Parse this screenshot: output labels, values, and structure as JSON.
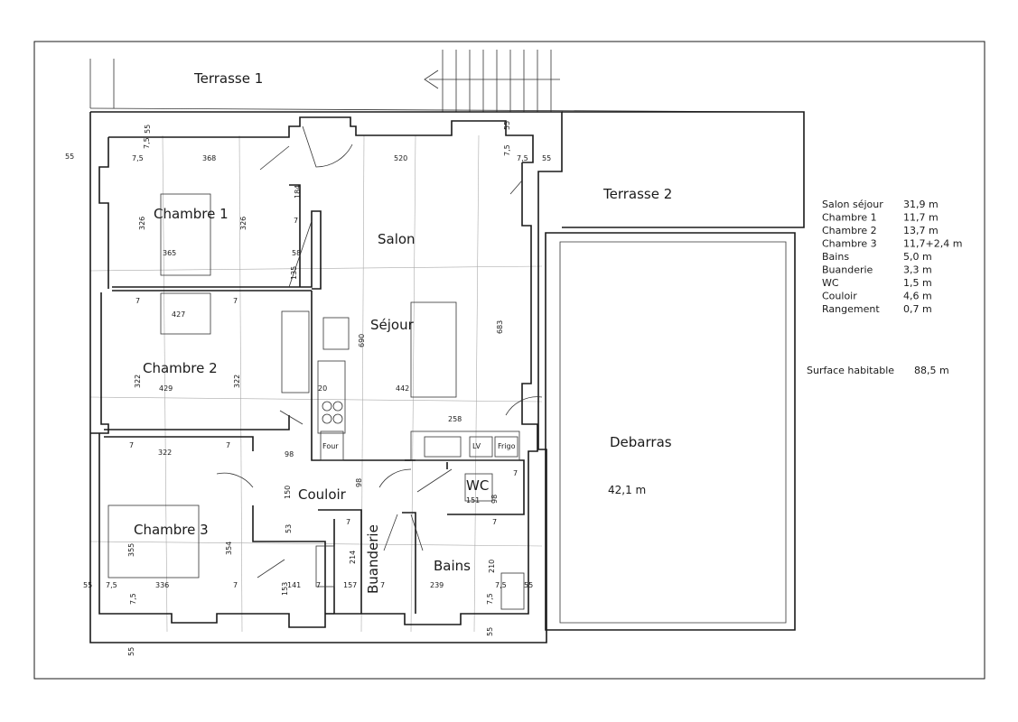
{
  "rooms": {
    "terrasse1": "Terrasse 1",
    "terrasse2": "Terrasse 2",
    "chambre1": "Chambre 1",
    "chambre2": "Chambre 2",
    "chambre3": "Chambre 3",
    "salon": "Salon",
    "sejour": "Séjour",
    "couloir": "Couloir",
    "wc": "WC",
    "buanderie": "Buanderie",
    "bains": "Bains",
    "debarras": "Debarras",
    "debarras_area": "42,1 m"
  },
  "appliances": {
    "lv": "LV",
    "frigo": "Frigo",
    "four": "Four"
  },
  "dimensions": {
    "d55_left": "55",
    "d55_topleft": "55",
    "d7_5_a": "7,5",
    "d7_5_b": "7,5",
    "d368": "368",
    "d520": "520",
    "d7_5_c": "7,5",
    "d7_5_d": "7,5",
    "d55_topright": "55",
    "d55_right": "55",
    "d326_a": "326",
    "d326_b": "326",
    "d365": "365",
    "d184": "184",
    "d7_a": "7",
    "d58": "58",
    "d135": "135",
    "d7_b": "7",
    "d7_c": "7",
    "d427": "427",
    "d690": "690",
    "d683": "683",
    "d322_a": "322",
    "d429": "429",
    "d322_b": "322",
    "d20": "20",
    "d442": "442",
    "d258": "258",
    "d7_d": "7",
    "d322_c": "322",
    "d7_e": "7",
    "d98_a": "98",
    "d150": "150",
    "d98_b": "98",
    "d7_f": "7",
    "d151": "151",
    "d98_c": "98",
    "d7_g": "7",
    "d7_h": "7",
    "d355": "355",
    "d354": "354",
    "d53": "53",
    "d214": "214",
    "d210": "210",
    "d55_bl": "55",
    "d7_5_e": "7,5",
    "d336": "336",
    "d7_i": "7",
    "d153": "153",
    "d141": "141",
    "d7_j": "7",
    "d157": "157",
    "d7_k": "7",
    "d239": "239",
    "d7_5_f": "7,5",
    "d55_br": "55",
    "d7_5_g": "7,5",
    "d7_5_h": "7,5",
    "d55_bot1": "55",
    "d55_bot2": "55"
  },
  "areas": [
    {
      "name": "Salon séjour",
      "value": "31,9  m"
    },
    {
      "name": "Chambre  1",
      "value": "11,7  m"
    },
    {
      "name": "Chambre  2",
      "value": "13,7  m"
    },
    {
      "name": "Chambre  3",
      "value": "11,7+2,4  m"
    },
    {
      "name": "Bains",
      "value": "5,0  m"
    },
    {
      "name": "Buanderie",
      "value": "3,3  m"
    },
    {
      "name": "WC",
      "value": "1,5  m"
    },
    {
      "name": "Couloir",
      "value": "4,6  m"
    },
    {
      "name": "Rangement",
      "value": "0,7  m"
    }
  ],
  "surface": {
    "label": "Surface habitable",
    "value": "88,5  m"
  }
}
